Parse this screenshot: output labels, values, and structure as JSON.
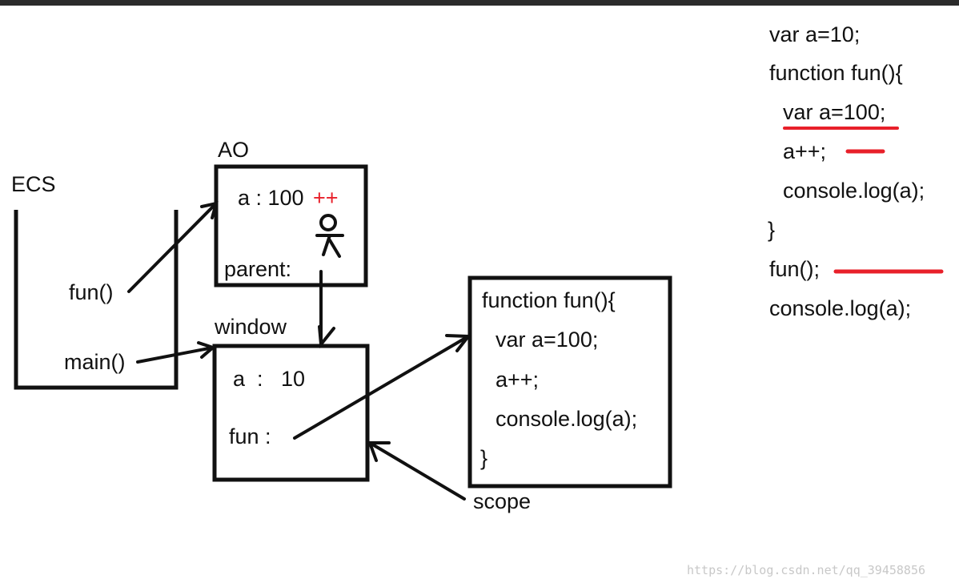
{
  "diagram": {
    "ecs_label": "ECS",
    "stack": {
      "top_frame": "fun()",
      "bottom_frame": "main()"
    },
    "ao": {
      "title": "AO",
      "var_row": "a : 100",
      "increment_mark": "++",
      "parent_label": "parent:"
    },
    "window": {
      "title": "window",
      "a_row": "a  :   10",
      "fun_row": "fun :"
    },
    "function_box": {
      "lines": [
        "function fun(){",
        "var a=100;",
        "a++;",
        "console.log(a);",
        "}"
      ]
    },
    "scope_label": "scope"
  },
  "code": {
    "lines": [
      "var a=10;",
      "function fun(){",
      "var a=100;",
      "a++;",
      "console.log(a);",
      "}",
      "fun();",
      "console.log(a);"
    ]
  },
  "watermark": "https://blog.csdn.net/qq_39458856",
  "colors": {
    "ink": "#111111",
    "accent_red": "#e8202a",
    "topbar": "#2b2b2b",
    "watermark": "#c8c8c8"
  }
}
